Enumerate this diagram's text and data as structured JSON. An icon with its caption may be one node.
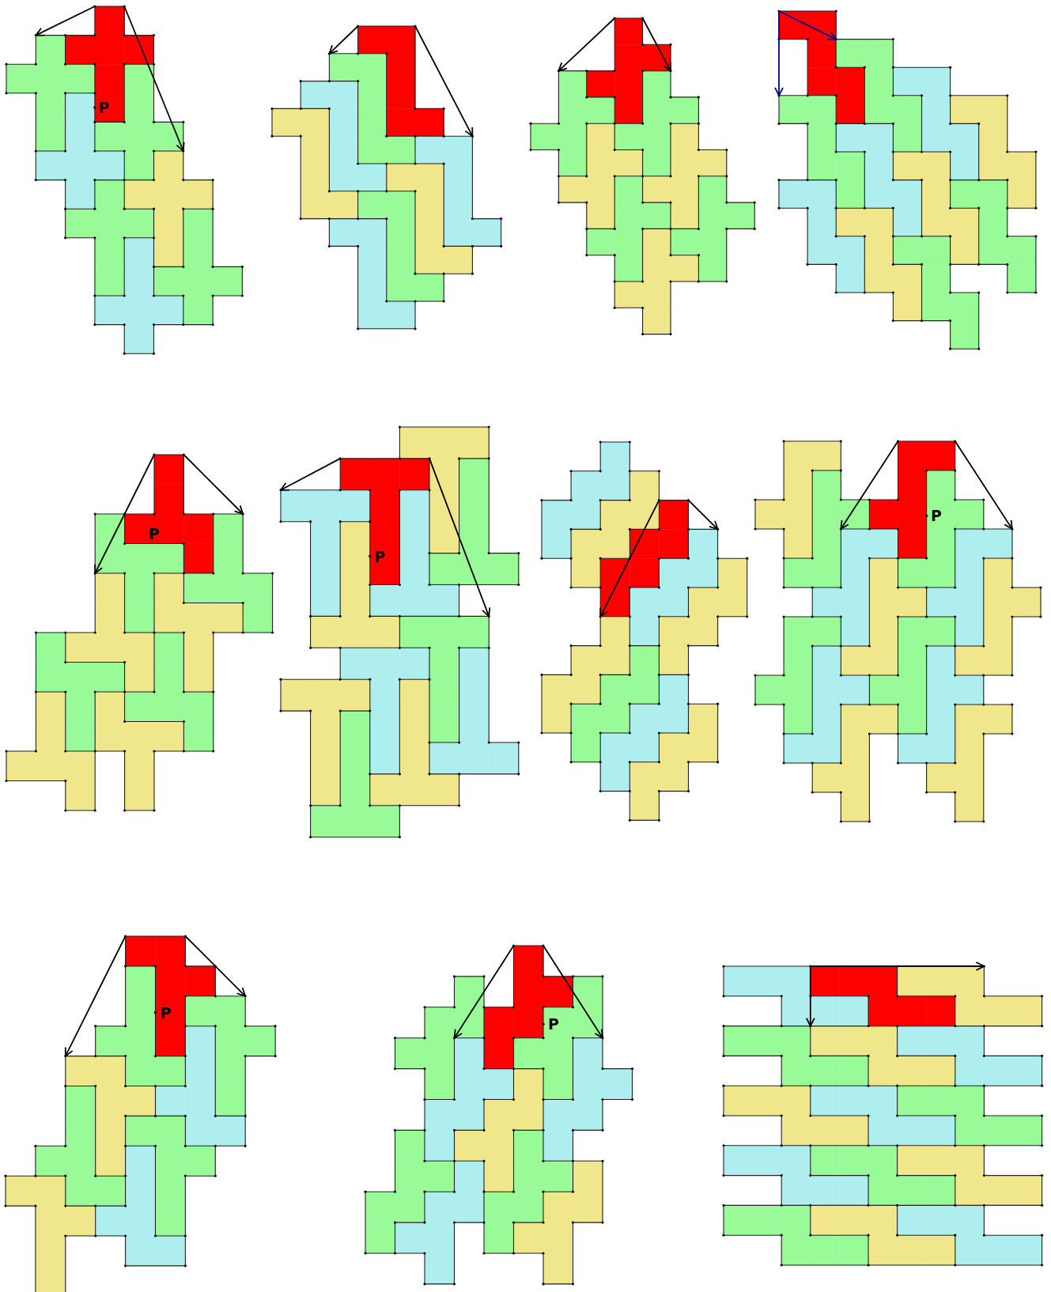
{
  "diagram": {
    "labels": [
      "P",
      "P",
      "P",
      "P",
      "P",
      "P"
    ]
  }
}
